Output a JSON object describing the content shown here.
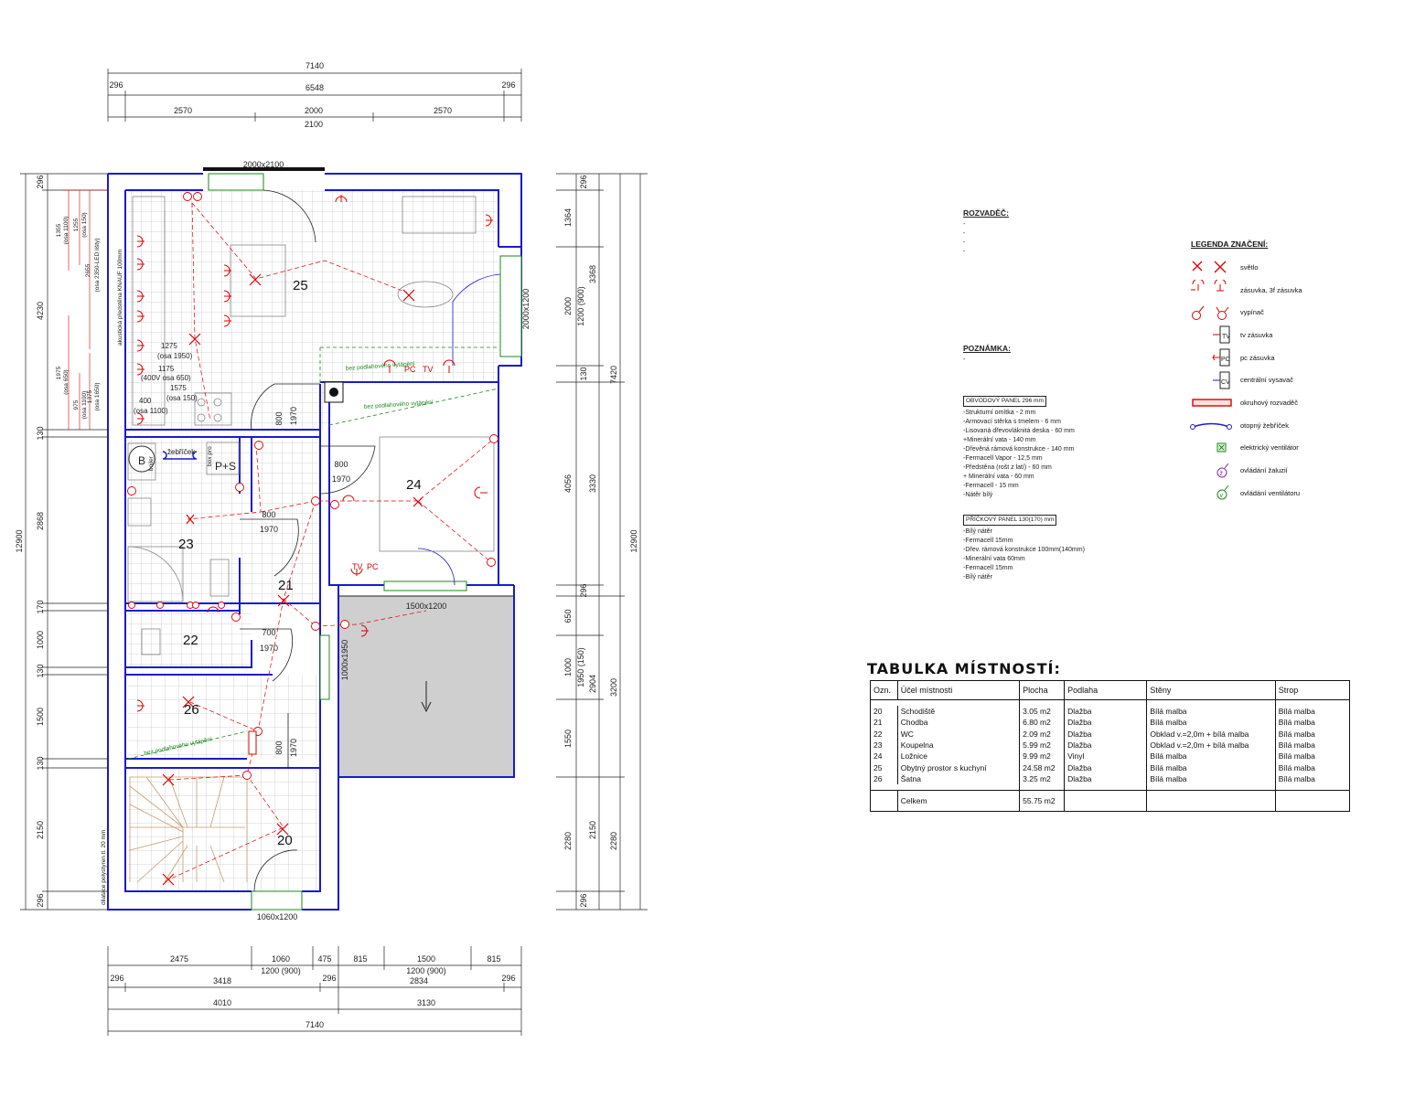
{
  "plan": {
    "dims_top": {
      "total": "7140",
      "wall_left": "296",
      "inner": "6548",
      "wall_right": "296",
      "left_seg": "2570",
      "mid_seg": "2000",
      "right_seg": "2570",
      "sub": "2100"
    },
    "dims_bottom": {
      "a": "2475",
      "b": "1060",
      "c": "475",
      "d": "815",
      "e": "1500",
      "f": "815",
      "g": "1200 (900)",
      "h": "1200 (900)",
      "w1": "296",
      "w2": "3418",
      "w3": "296",
      "w4": "2834",
      "w5": "296",
      "t1": "4010",
      "t2": "3130",
      "total": "7140"
    },
    "dims_left": {
      "a": "296",
      "b": "4230",
      "c": "130",
      "d": "2868",
      "e": "170",
      "f": "1000",
      "g": "130",
      "h": "1500",
      "i": "130",
      "j": "2150",
      "k": "296",
      "total": "12900"
    },
    "dims_left_inner": {
      "a": "1355",
      "b": "(osa 1100)",
      "c": "1255",
      "d": "(osa 150)",
      "e": "2655",
      "f": "(osa 2350-LED lišty)",
      "g": "1975",
      "h": "(osa 650)",
      "i": "975",
      "j": "(osa 1100)",
      "k": "1375",
      "l": "(osa 1650)"
    },
    "dims_right": {
      "a": "296",
      "b": "1364",
      "c": "2000",
      "d": "1200 (900)",
      "e": "3368",
      "f": "130",
      "g": "4056",
      "h": "3330",
      "i": "7420",
      "j": "296",
      "k": "650",
      "l": "1000",
      "m": "1950 (150)",
      "n": "2904",
      "o": "3200",
      "p": "1550",
      "q": "2280",
      "r": "2150",
      "s": "2280",
      "t": "296",
      "total": "12900"
    },
    "openings": {
      "top_door": "2000x2100",
      "right_window": "2000x1200",
      "terrace_window": "1500x1200",
      "bottom_door": "1060x1200",
      "terrace_door": "1000x1950"
    },
    "doors": [
      {
        "w": "800",
        "h": "1970"
      },
      {
        "w": "800",
        "h": "1970"
      },
      {
        "w": "800",
        "h": "1970"
      },
      {
        "w": "700",
        "h": "1970"
      },
      {
        "w": "800",
        "h": "1970"
      }
    ],
    "rooms": {
      "r20": "20",
      "r21": "21",
      "r22": "22",
      "r23": "23",
      "r24": "24",
      "r25": "25",
      "r26": "26"
    },
    "labels": {
      "kitchen_wall": "akustická předstěna KNAUF 100mm",
      "no_floor_heat": "bez podlahového vytápění",
      "distance_insulation": "dilatace polystyren tl. 20 mm",
      "tv": "TV",
      "pc": "PC",
      "boiler_b": "B",
      "boiler_sub": "bojler",
      "ladder": "žebříček",
      "ps": "P+S",
      "ps_sub": "box pro",
      "k1": "1275",
      "k1b": "(osa 1950)",
      "k2": "1175",
      "k2b": "(400V osa 650)",
      "k3": "1575",
      "k3b": "(osa 150)",
      "k4": "400",
      "k4b": "(osa 1100)"
    }
  },
  "rozvadec": {
    "title": "ROZVADĚČ:",
    "lines": [
      "-",
      "-",
      "-",
      "-"
    ]
  },
  "poznamka": {
    "title": "POZNÁMKA:",
    "lines": [
      "-"
    ]
  },
  "obvodovy": {
    "title": "OBVODOVÝ PANEL 296 mm",
    "lines": [
      "-Strukturní omítka - 2 mm",
      "-Armovací stěrka s tmelem - 6 mm",
      "-Lisovaná dřevovláknitá deska - 60 mm",
      "+Minerální vata - 140 mm",
      "-Dřevěná rámová konstrukce - 140 mm",
      "-Fermacell Vapor - 12,5 mm",
      "-Předstěna (rošt z latí) - 60 mm",
      "+ Minerální vata - 60 mm",
      "-Fermacell - 15 mm",
      "-Nátěr bílý"
    ]
  },
  "prickovy": {
    "title": "PŘÍČKOVÝ PANEL 130(170) mm",
    "lines": [
      "-Bílý nátěr",
      "-Fermacell 15mm",
      "-Dřev. rámová konstrukce 100mm(140mm)",
      "-Minerální vata 60mm",
      "-Fermacell 15mm",
      "-Bílý nátěr"
    ]
  },
  "legend": {
    "title": "LEGENDA ZNAČENÍ:",
    "items": [
      {
        "label": "světlo",
        "icon": "light-icon"
      },
      {
        "label": "zásuvka, 3f zásuvka",
        "icon": "socket-icon"
      },
      {
        "label": "vypínač",
        "icon": "switch-icon"
      },
      {
        "label": "tv zásuvka",
        "icon": "tv-socket-icon"
      },
      {
        "label": "pc zásuvka",
        "icon": "pc-socket-icon"
      },
      {
        "label": "centrální vysavač",
        "icon": "vacuum-icon"
      },
      {
        "label": "okruhový rozvaděč",
        "icon": "distribution-board-icon"
      },
      {
        "label": "otopný žebříček",
        "icon": "heating-ladder-icon"
      },
      {
        "label": "elektrický ventilátor",
        "icon": "fan-icon"
      },
      {
        "label": "ovládání žaluzií",
        "icon": "blind-control-icon"
      },
      {
        "label": "ovládání ventilátoru",
        "icon": "fan-control-icon"
      }
    ],
    "symbol_labels": {
      "tv": "TV",
      "pc": "PC",
      "cv": "CV",
      "z": "ž",
      "v": "v"
    }
  },
  "room_table": {
    "title": "TABULKA MÍSTNOSTÍ:",
    "headers": [
      "Ozn.",
      "Účel místnosti",
      "Plocha",
      "Podlaha",
      "Stěny",
      "Strop"
    ],
    "rows": [
      [
        "20",
        "Schodiště",
        "3.05 m2",
        "Dlažba",
        "Bílá malba",
        "Bílá malba"
      ],
      [
        "21",
        "Chodba",
        "6.80 m2",
        "Dlažba",
        "Bílá malba",
        "Bílá malba"
      ],
      [
        "22",
        "WC",
        "2.09 m2",
        "Dlažba",
        "Obklad v.=2,0m + bílá malba",
        "Bílá malba"
      ],
      [
        "23",
        "Koupelna",
        "5.99 m2",
        "Dlažba",
        "Obklad v.=2,0m + bílá malba",
        "Bílá malba"
      ],
      [
        "24",
        "Ložnice",
        "9.99 m2",
        "Vinyl",
        "Bílá malba",
        "Bílá malba"
      ],
      [
        "25",
        "Obytný prostor s kuchyní",
        "24.58 m2",
        "Dlažba",
        "Bílá malba",
        "Bílá malba"
      ],
      [
        "26",
        "Šatna",
        "3.25 m2",
        "Dlažba",
        "Bílá malba",
        "Bílá malba"
      ]
    ],
    "total_label": "Celkem",
    "total_value": "55.75 m2"
  }
}
